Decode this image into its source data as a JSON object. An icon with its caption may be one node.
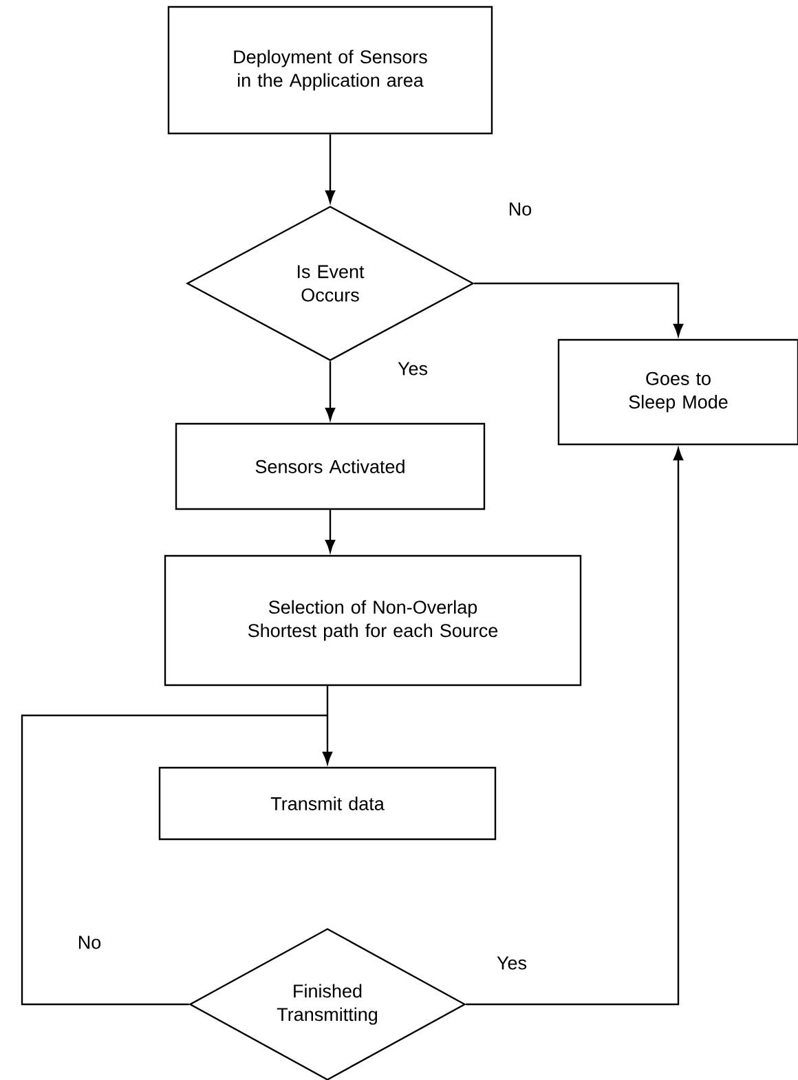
{
  "diagram": {
    "nodes": [
      {
        "text": [
          "Deployment of Sensors in the Application area"
        ]
      },
      {
        "text": [
          "Is Event Occurs"
        ]
      },
      {
        "text": [
          "Goes to Sleep Mode"
        ]
      },
      {
        "text": [
          "Sensors Activated"
        ]
      },
      {
        "text": [
          "Selection of Non-Overlap Shortest path for each Source"
        ]
      },
      {
        "text": [
          "Transmit data"
        ]
      },
      {
        "text": [
          "Finished Transmitting"
        ]
      }
    ],
    "edges": [
      {
        "from": 0,
        "to": 1,
        "arrow": "to"
      },
      {
        "from": 1,
        "to": 2,
        "arrow": "to",
        "label": "No"
      },
      {
        "from": 1,
        "to": 3,
        "arrow": "to",
        "label": "Yes"
      },
      {
        "from": 3,
        "to": 4,
        "arrow": "to"
      },
      {
        "from": 4,
        "to": 5,
        "arrow": "to"
      },
      {
        "from": 6,
        "to": 5,
        "arrow": "to",
        "label": "No"
      },
      {
        "from": 6,
        "to": 2,
        "arrow": "to",
        "label": "Yes"
      }
    ]
  }
}
